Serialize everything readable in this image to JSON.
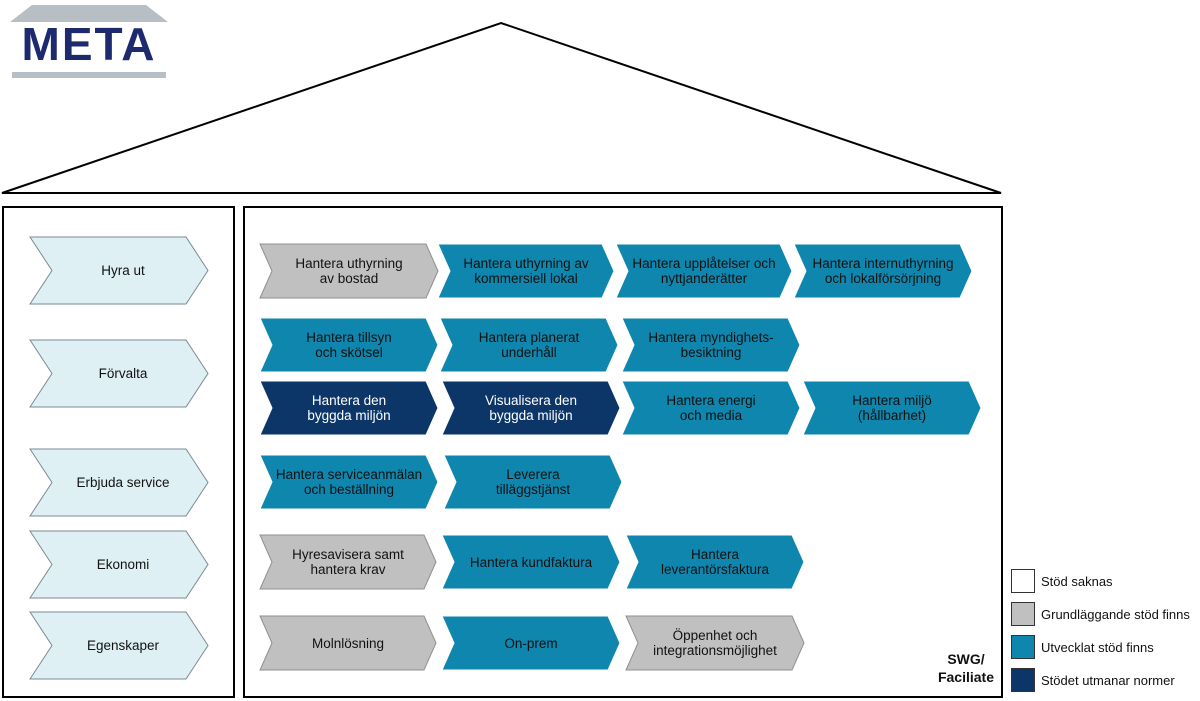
{
  "logo": {
    "text": "META"
  },
  "colors": {
    "none": "#ffffff",
    "basic": "#c0c0c0",
    "developed": "#0f86ad",
    "challenging": "#0d3668",
    "category": "#dff0f5",
    "outline": "#7a8a95"
  },
  "categories": [
    {
      "label": "Hyra ut"
    },
    {
      "label": "Förvalta"
    },
    {
      "label": "Erbjuda service"
    },
    {
      "label": "Ekonomi"
    },
    {
      "label": "Egenskaper"
    }
  ],
  "processes": [
    {
      "label": "Hantera uthyrning\nav bostad",
      "status": "basic"
    },
    {
      "label": "Hantera uthyrning av\nkommersiell lokal",
      "status": "developed"
    },
    {
      "label": "Hantera upplåtelser och\nnyttjanderätter",
      "status": "developed"
    },
    {
      "label": "Hantera internuthyrning\noch lokalförsörjning",
      "status": "developed"
    },
    {
      "label": "Hantera tillsyn\noch skötsel",
      "status": "developed"
    },
    {
      "label": "Hantera planerat\nunderhåll",
      "status": "developed"
    },
    {
      "label": "Hantera myndighets-\nbesiktning",
      "status": "developed"
    },
    {
      "label": "Hantera den\nbyggda miljön",
      "status": "challenging"
    },
    {
      "label": "Visualisera den\nbyggda miljön",
      "status": "challenging"
    },
    {
      "label": "Hantera energi\noch media",
      "status": "developed"
    },
    {
      "label": "Hantera miljö\n(hållbarhet)",
      "status": "developed"
    },
    {
      "label": "Hantera serviceanmälan\noch beställning",
      "status": "developed"
    },
    {
      "label": "Leverera\ntilläggstjänst",
      "status": "developed"
    },
    {
      "label": "Hyresavisera samt\nhantera krav",
      "status": "basic"
    },
    {
      "label": "Hantera kundfaktura",
      "status": "developed"
    },
    {
      "label": "Hantera\nleverantörsfaktura",
      "status": "developed"
    },
    {
      "label": "Molnlösning",
      "status": "basic"
    },
    {
      "label": "On-prem",
      "status": "developed"
    },
    {
      "label": "Öppenhet och\nintegrationsmöjlighet",
      "status": "basic"
    }
  ],
  "corner_label": "SWG/\nFaciliate",
  "legend": [
    {
      "key": "none",
      "label": "Stöd saknas"
    },
    {
      "key": "basic",
      "label": "Grundläggande stöd finns"
    },
    {
      "key": "developed",
      "label": "Utvecklat stöd finns"
    },
    {
      "key": "challenging",
      "label": "Stödet utmanar normer"
    }
  ]
}
